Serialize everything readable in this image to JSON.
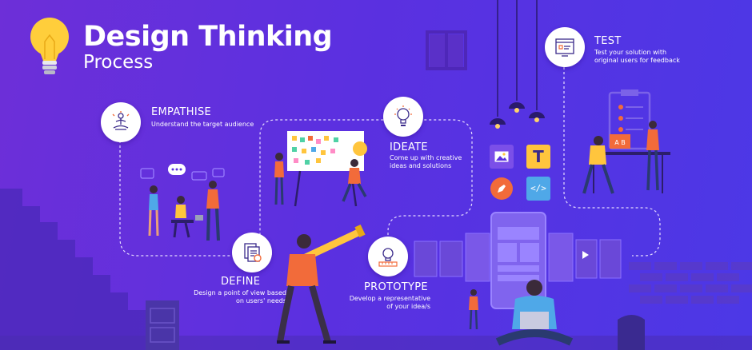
{
  "header": {
    "title": "Design Thinking",
    "subtitle": "Process"
  },
  "steps": {
    "empathise": {
      "title": "EMPATHISE",
      "desc": "Understand the target audience",
      "icon": "meditation-icon"
    },
    "define": {
      "title": "DEFINE",
      "desc_line1": "Design a point of view based",
      "desc_line2": "on users' needs",
      "icon": "documents-gear-icon"
    },
    "ideate": {
      "title": "IDEATE",
      "desc_line1": "Come up with creative",
      "desc_line2": "ideas and solutions",
      "icon": "lightbulb-icon"
    },
    "prototype": {
      "title": "PROTOTYPE",
      "desc_line1": "Develop a representative",
      "desc_line2": "of your idea/s",
      "icon": "lightbulb-blueprint-icon"
    },
    "test": {
      "title": "TEST",
      "desc_line1": "Test your solution with",
      "desc_line2": "original users for feedback",
      "icon": "browser-checklist-icon"
    }
  },
  "ab_label": "A B",
  "colors": {
    "bg_start": "#6d2fd8",
    "bg_end": "#4c38e6",
    "accent_orange": "#f26b3a",
    "accent_yellow": "#ffc53d",
    "line": "#e6dcff"
  }
}
